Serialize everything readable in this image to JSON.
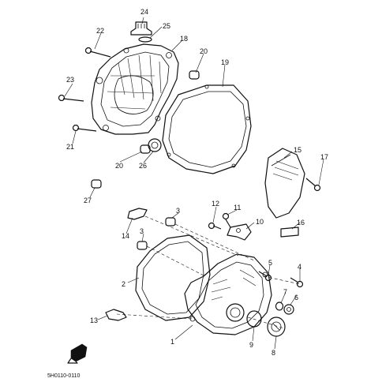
{
  "diagram": {
    "footer_code": "5H0110-0110",
    "callouts": {
      "p1": "1",
      "p2": "2",
      "p3a": "3",
      "p3b": "3",
      "p4": "4",
      "p5": "5",
      "p6": "6",
      "p7": "7",
      "p8": "8",
      "p9": "9",
      "p10": "10",
      "p11": "11",
      "p12": "12",
      "p13": "13",
      "p14": "14",
      "p15": "15",
      "p16": "16",
      "p17": "17",
      "p18": "18",
      "p19": "19",
      "p20a": "20",
      "p20b": "20",
      "p21": "21",
      "p22": "22",
      "p23": "23",
      "p24": "24",
      "p25": "25",
      "p26": "26",
      "p27": "27"
    }
  }
}
